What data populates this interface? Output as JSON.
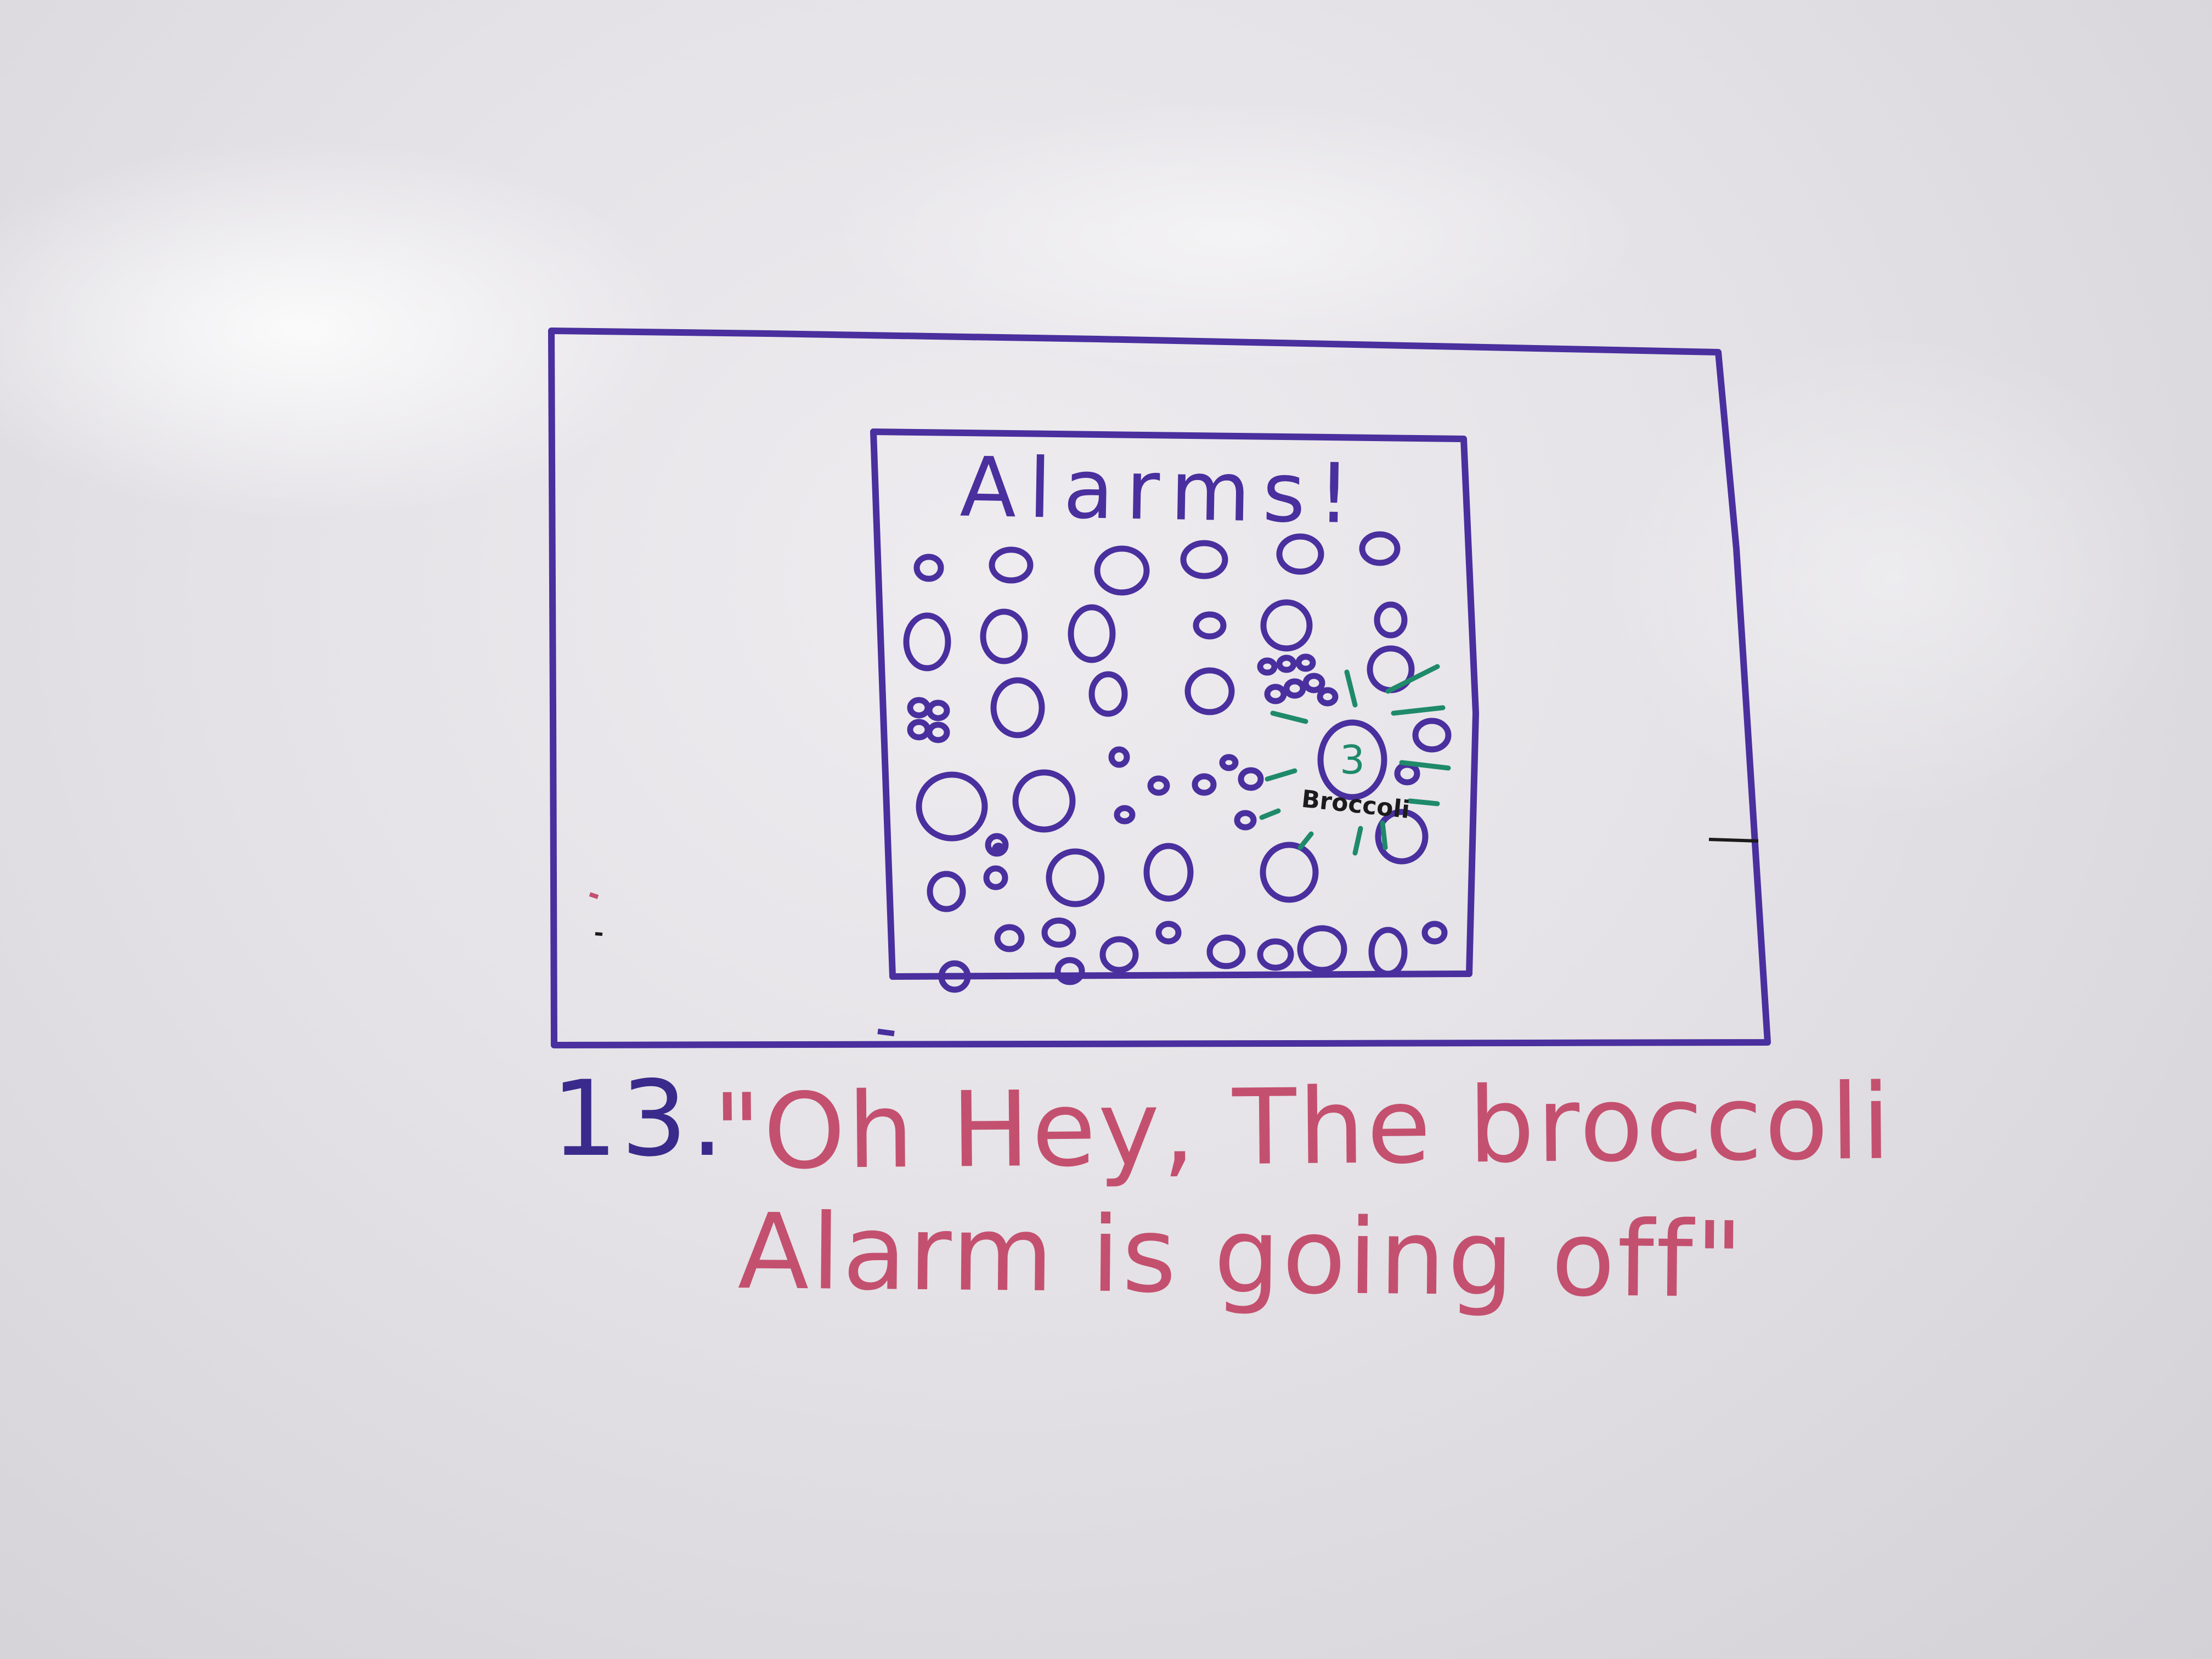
{
  "diagram": {
    "screen_title": "Alarms!",
    "alarm_label": "Broccoli",
    "alarm_count_badge": "3"
  },
  "caption": {
    "number": "13.",
    "line1": "\"Oh Hey, The broccoli",
    "line2": "Alarm is going off\""
  },
  "colors": {
    "board": "#e6e4e8",
    "purple_marker": "#4a2f9e",
    "green_marker": "#1f8a6a",
    "red_marker": "#c4506f",
    "black_marker": "#1b1b1b"
  }
}
